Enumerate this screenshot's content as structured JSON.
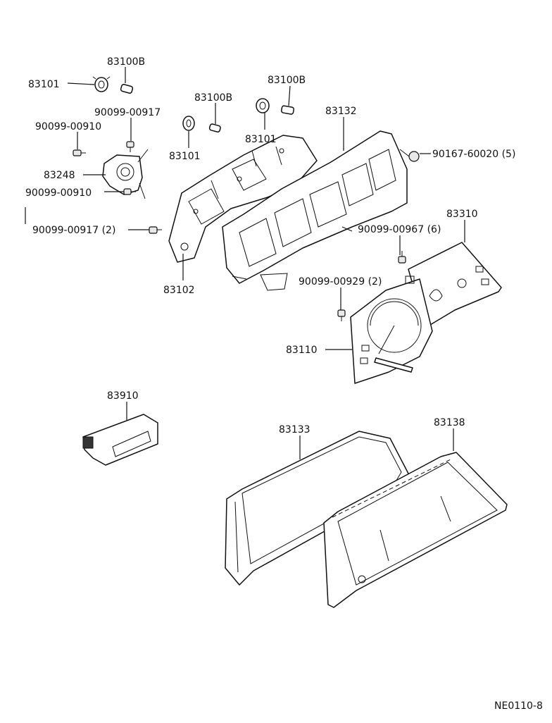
{
  "labels": {
    "p83100b_left": "83100B",
    "p83101_left": "83101",
    "p90099_00917_top": "90099-00917",
    "p90099_00910_top": "90099-00910",
    "p83248": "83248",
    "p90099_00910_bottom": "90099-00910",
    "p90099_00917_2": "90099-00917 (2)",
    "p83102": "83102",
    "p83100b_mid": "83100B",
    "p83101_mid": "83101",
    "p83100b_right": "83100B",
    "p83101_right": "83101",
    "p83132": "83132",
    "p90167_60020_5": "90167-60020 (5)",
    "p83310": "83310",
    "p90099_00967_6": "90099-00967 (6)",
    "p90099_00929_2": "90099-00929 (2)",
    "p83110": "83110",
    "p83910": "83910",
    "p83133": "83133",
    "p83138": "83138",
    "drawing_code": "NE0110-8"
  }
}
